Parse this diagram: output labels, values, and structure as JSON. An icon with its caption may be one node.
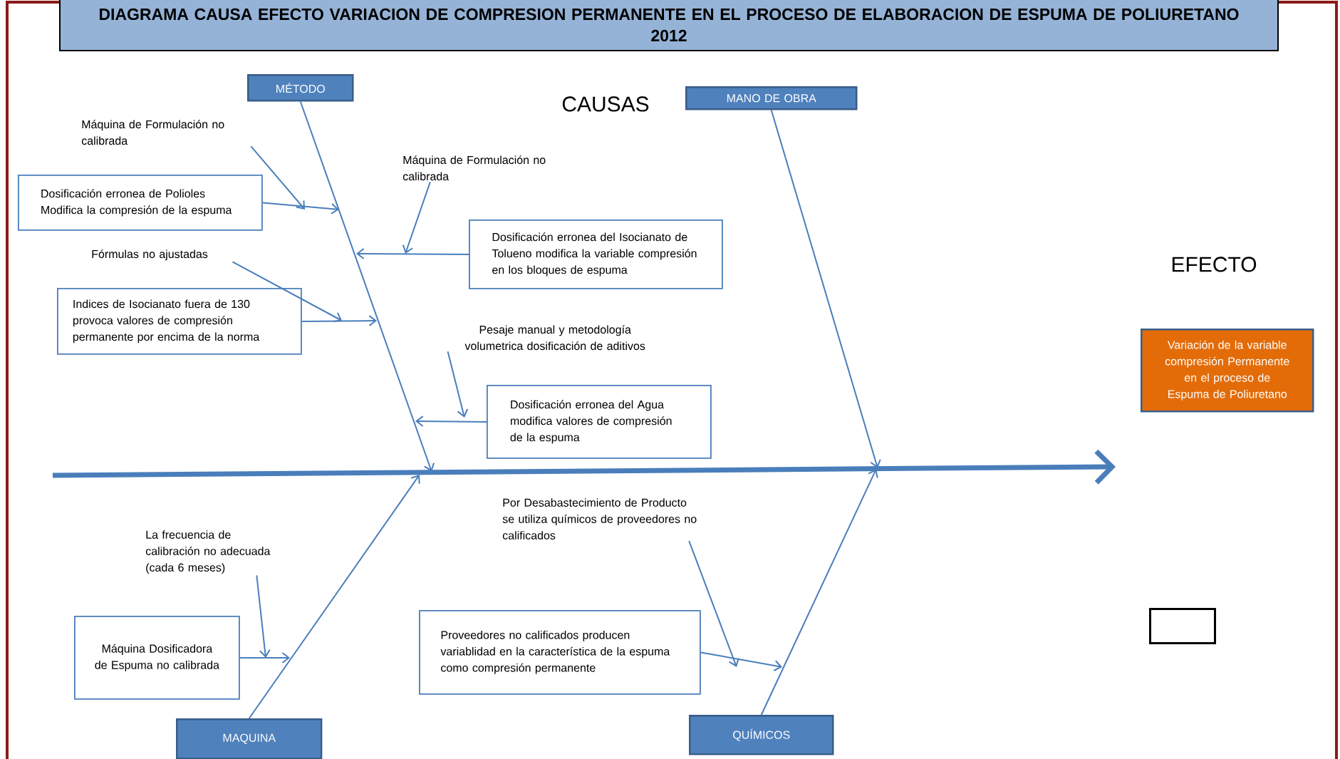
{
  "diagram": {
    "title": "DIAGRAMA CAUSA EFECTO VARIACION DE COMPRESION PERMANENTE EN EL PROCESO DE ELABORACION DE ESPUMA DE POLIURETANO 2012",
    "nodes": [
      {
        "text": [
          "MÉTODO"
        ]
      },
      {
        "text": [
          "MANO DE OBRA"
        ]
      },
      {
        "text": [
          "MAQUINA"
        ]
      },
      {
        "text": [
          "QUÍMICOS"
        ]
      },
      {
        "text": [
          "Variación de la variable compresión Permanente en el proceso de Espuma de Poliuretano"
        ]
      },
      {
        "text": [
          "Dosificación erronea de Polioles Modifica la compresión de la espuma"
        ]
      },
      {
        "text": [
          "Dosificación erronea del Isocianato de Tolueno modifica la variable compresión en los bloques de espuma"
        ]
      },
      {
        "text": [
          "Indices de Isocianato fuera de 130 provoca valores de compresión permanente por encima de la norma"
        ]
      },
      {
        "text": [
          "Dosificación erronea del Agua modifica valores de compresión de la espuma"
        ]
      },
      {
        "text": [
          "Máquina Dosificadora de Espuma no calibrada"
        ]
      },
      {
        "text": [
          "Proveedores no calificados producen variablidad en la característica de la espuma como compresión permanente"
        ]
      },
      {
        "text": [
          "Máquina de Formulación no calibrada"
        ]
      },
      {
        "text": [
          "Máquina de Formulación no calibrada"
        ]
      },
      {
        "text": [
          "Fórmulas no ajustadas"
        ]
      },
      {
        "text": [
          "Pesaje manual y metodología volumetrica dosificación de aditivos"
        ]
      },
      {
        "text": [
          "La frecuencia de calibración no adecuada (cada 6 meses)"
        ]
      },
      {
        "text": [
          "Por Desabastecimiento de Producto se utiliza químicos de proveedores no calificados"
        ]
      },
      {
        "text": [],
        "shape": "box"
      }
    ],
    "edges": [
      {
        "from": 0,
        "to": null,
        "arrow": "to"
      },
      {
        "from": 1,
        "to": null,
        "arrow": "to"
      },
      {
        "from": 2,
        "to": null,
        "arrow": "to"
      },
      {
        "from": 3,
        "to": null,
        "arrow": "to"
      },
      {
        "from": 5,
        "to": null,
        "arrow": "to"
      },
      {
        "from": 6,
        "to": null,
        "arrow": "to"
      },
      {
        "from": 7,
        "to": null,
        "arrow": "to"
      },
      {
        "from": 8,
        "to": null,
        "arrow": "to"
      },
      {
        "from": 9,
        "to": null,
        "arrow": "to"
      },
      {
        "from": 10,
        "to": null,
        "arrow": "to"
      },
      {
        "from": 11,
        "to": null,
        "arrow": "to"
      },
      {
        "from": 12,
        "to": null,
        "arrow": "to"
      },
      {
        "from": 13,
        "to": null,
        "arrow": "to"
      },
      {
        "from": 14,
        "to": null,
        "arrow": "to"
      },
      {
        "from": 15,
        "to": null,
        "arrow": "to"
      },
      {
        "from": 16,
        "to": null,
        "arrow": "to"
      }
    ],
    "labels": [
      "CAUSAS",
      "EFECTO"
    ]
  }
}
